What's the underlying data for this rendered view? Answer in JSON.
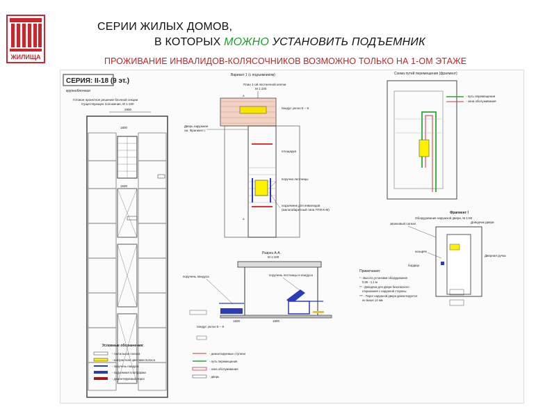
{
  "slide": {
    "title_line1": "СЕРИИ ЖИЛЫХ ДОМОВ,",
    "title_line2_prefix": "В КОТОРЫХ ",
    "title_line2_highlight": "МОЖНО",
    "title_line2_suffix": " УСТАНОВИТЬ ПОДЪЕМНИК",
    "subtitle": "ПРОЖИВАНИЕ ИНВАЛИДОВ-КОЛЯСОЧНИКОВ ВОЗМОЖНО ТОЛЬКО НА 1-ОМ ЭТАЖЕ",
    "logo_text": "ЖИЛИЩА",
    "colors": {
      "accent_green": "#1d9d2a",
      "accent_red": "#c32323",
      "logo_red": "#c8282d"
    }
  },
  "drawing": {
    "series_title": "СЕРИЯ: II-18 (9 эт.)",
    "series_sub": "крупноблочная",
    "plan_note_l1": "Готовое проектное решение блочной секции",
    "plan_note_l2": "Существующее положение, М 1:100",
    "variant_title": "Вариант 1 (с подъемником)",
    "variant_sub": "План 1-ой лестничной клетки",
    "variant_scale": "М 1:100",
    "scheme_title": "Схема путей перемещения (фрагмент)",
    "legend_top_1": "- путь перемещения",
    "legend_top_2": "- зона обслуживания",
    "fragment_title": "Фрагмент I",
    "fragment_sub": "Оборудование наружной двери, М 1:50",
    "section_title": "Разрез А-А",
    "section_scale": "М 1:100",
    "label_door": "Дверь наружная",
    "label_door2": "см. Фрагмент I",
    "label_ramp": "пандус уклон 5 – 8",
    "label_platform": "площадка",
    "label_railing": "поручни лестницы",
    "label_lift": "подъемник для инвалидов",
    "label_lift2": "(малогабаритный типа ПТИ-К-М)",
    "label_ramp_rail": "поручень пандуса",
    "label_stair_rail": "поручень лестницы и пандуса",
    "label_canopy": "козырёк",
    "label_threshold": "бордюр",
    "label_handle": "Доводчик двери",
    "label_handle2": "Дверная ручка",
    "label_call": "звонковый сигнал",
    "dim_1500": "1500",
    "dim_1800": "1800",
    "dim_2800": "2800",
    "notes_title": "Примечания:",
    "note1": "* - Высота установки оборудования",
    "note1b": "0,85 - 1,1 м",
    "note2": "** - Доводчик для двери безопасного",
    "note2b": "открывания с наружной стороны",
    "note3": "*** - Порог наружной двери демонтируется",
    "note3b": "не выше 14 мм",
    "legend_title": "Условные обозначения:",
    "legend_items": [
      "- тактильная полоса",
      "- контрастная цветовая полоса",
      "- поручень пандуса",
      "- подъемная платформа",
      "- демонтируемый порог"
    ],
    "legend_items_r": [
      "- демонтируемые ступени",
      "- путь перемещения",
      "- зона обслуживания",
      "- дверь"
    ]
  }
}
